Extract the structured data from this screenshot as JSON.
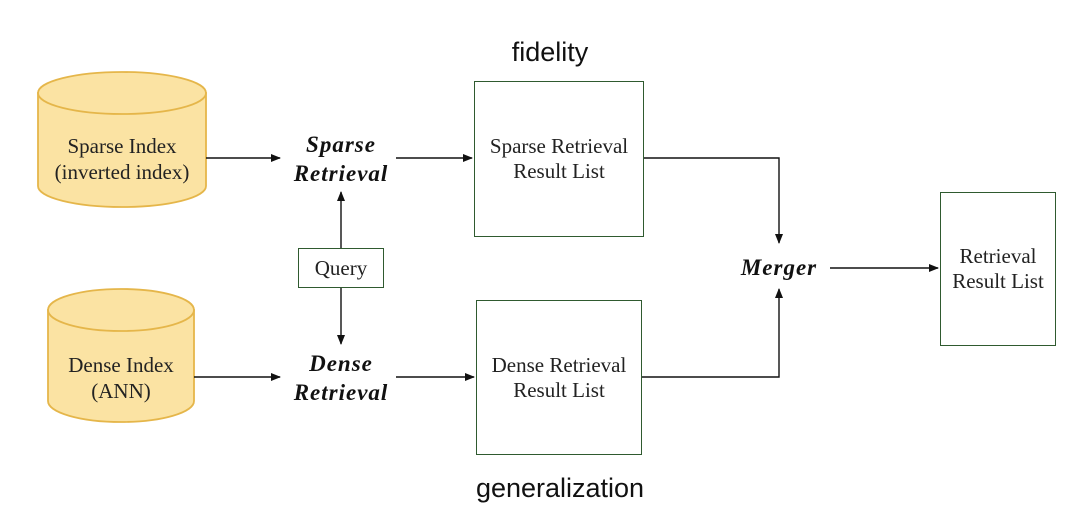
{
  "labels": {
    "fidelity": "fidelity",
    "generalization": "generalization"
  },
  "indexes": {
    "sparse": {
      "line1": "Sparse Index",
      "line2": "(inverted index)"
    },
    "dense": {
      "line1": "Dense Index",
      "line2": "(ANN)"
    }
  },
  "operations": {
    "sparse_retrieval": {
      "line1": "Sparse",
      "line2": "Retrieval"
    },
    "dense_retrieval": {
      "line1": "Dense",
      "line2": "Retrieval"
    },
    "merger": "Merger"
  },
  "query": "Query",
  "result_lists": {
    "sparse": {
      "line1": "Sparse Retrieval",
      "line2": "Result List"
    },
    "dense": {
      "line1": "Dense Retrieval",
      "line2": "Result List"
    },
    "final": {
      "line1": "Retrieval",
      "line2": "Result List"
    }
  },
  "colors": {
    "cylinder_fill": "#fbe3a3",
    "cylinder_stroke": "#e5b64a",
    "box_stroke": "#2f5a2f",
    "arrow": "#111111"
  }
}
